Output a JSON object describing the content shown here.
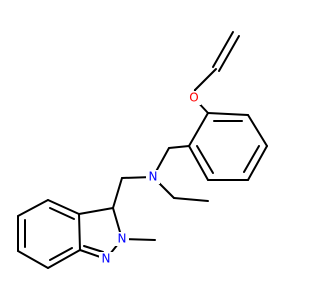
{
  "molecule": {
    "atom_labels": {
      "oxygen": "O",
      "amine_nitrogen": "N",
      "indazole_n2": "N",
      "indazole_n1": "N"
    },
    "colors": {
      "bond": "#000000",
      "oxygen": "#ff0000",
      "nitrogen": "#0000ff"
    }
  }
}
